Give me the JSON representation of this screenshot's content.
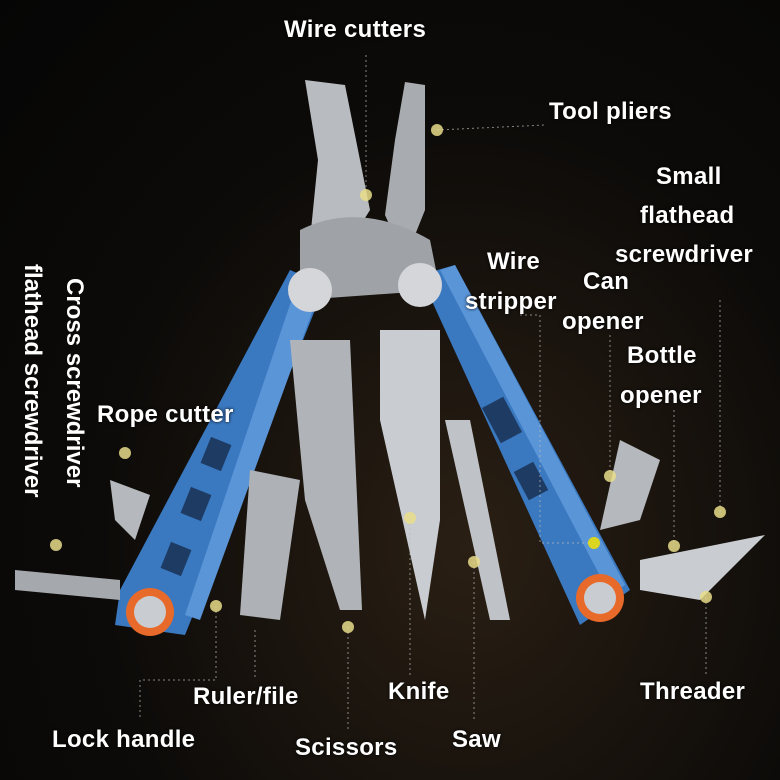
{
  "labels": {
    "wire_cutters": "Wire cutters",
    "tool_pliers": "Tool pliers",
    "small_flathead": [
      "Small",
      "flathead",
      "screwdriver"
    ],
    "wire_stripper": [
      "Wire",
      "stripper"
    ],
    "can_opener": [
      "Can",
      "opener"
    ],
    "bottle_opener": [
      "Bottle",
      "opener"
    ],
    "rope_cutter": "Rope cutter",
    "cross_screwdriver": "Cross screwdriver",
    "flathead_screwdriver": "flathead screwdriver",
    "ruler_file": "Ruler/file",
    "knife": "Knife",
    "threader": "Threader",
    "lock_handle": "Lock handle",
    "scissors": "Scissors",
    "saw": "Saw"
  },
  "colors": {
    "handle": "#3a78c0",
    "steel": "#c9ccd0",
    "accent": "#e86a2a",
    "dot": "#e9dd8a"
  }
}
